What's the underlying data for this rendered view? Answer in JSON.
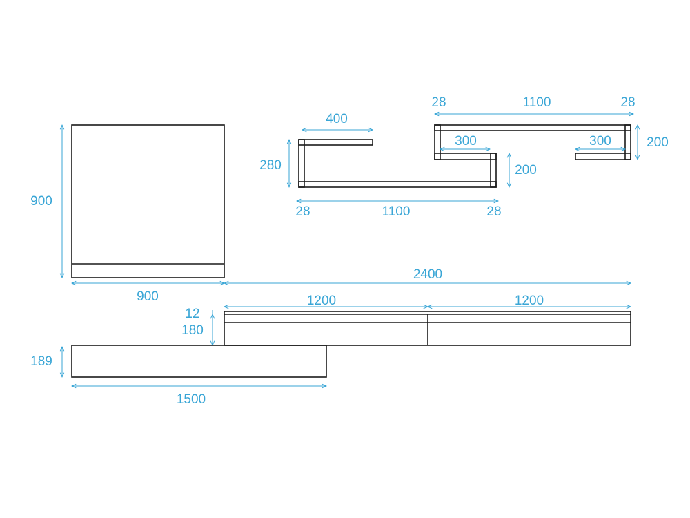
{
  "colors": {
    "outline": "#1a1a1a",
    "dimension": "#3aa6d6",
    "background": "#ffffff"
  },
  "wall_panel": {
    "width": "900",
    "height": "900"
  },
  "shelf_left": {
    "top_width": "400",
    "height": "280",
    "left_thickness": "28",
    "length": "1100",
    "right_thickness": "28"
  },
  "shelf_right": {
    "left_thickness": "28",
    "length": "1100",
    "right_thickness": "28",
    "inner_left_width": "300",
    "inner_right_width": "300",
    "right_height": "200",
    "left_drop": "200"
  },
  "tv_unit": {
    "total_width": "2400",
    "left_module": "1200",
    "right_module": "1200",
    "top_thickness": "12",
    "height": "180"
  },
  "bench": {
    "height": "189",
    "width": "1500"
  }
}
